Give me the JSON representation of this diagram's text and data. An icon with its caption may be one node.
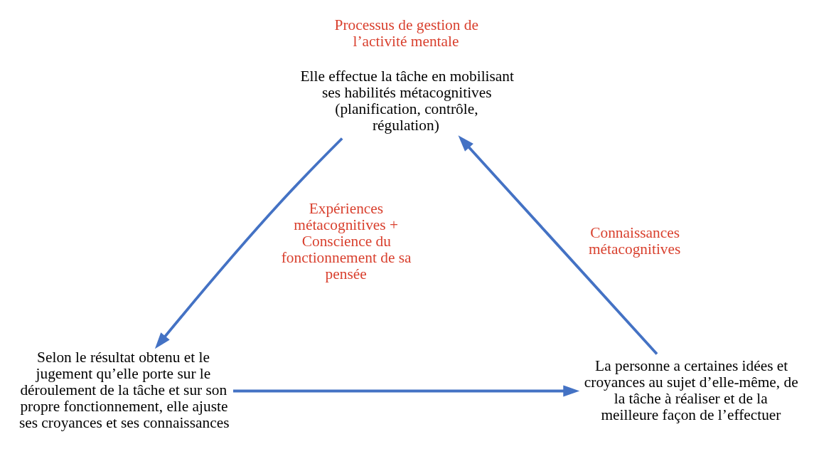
{
  "diagram": {
    "nodes": [
      {
        "text": [
          "Processus de gestion de l’activité mentale",
          "Elle effectue la tâche en mobilisant ses habilités métacognitives (planification, contrôle, régulation)"
        ]
      },
      {
        "text": [
          "La personne a certaines idées et croyances au sujet d’elle-même, de la tâche à réaliser et de la meilleure façon de l’effectuer"
        ]
      },
      {
        "text": [
          "Selon le résultat obtenu et le jugement qu’elle porte sur le déroulement de la tâche et sur son propre fonctionnement, elle ajuste ses croyances et ses connaissances"
        ]
      }
    ],
    "edges": [
      {
        "from": 1,
        "to": 0,
        "arrow": "to",
        "label": "Connaissances métacognitives"
      },
      {
        "from": 0,
        "to": 2,
        "arrow": "to",
        "label": "Expériences métacognitives + Conscience du fonctionnement de sa pensée"
      },
      {
        "from": 2,
        "to": 1,
        "arrow": "to"
      }
    ]
  }
}
